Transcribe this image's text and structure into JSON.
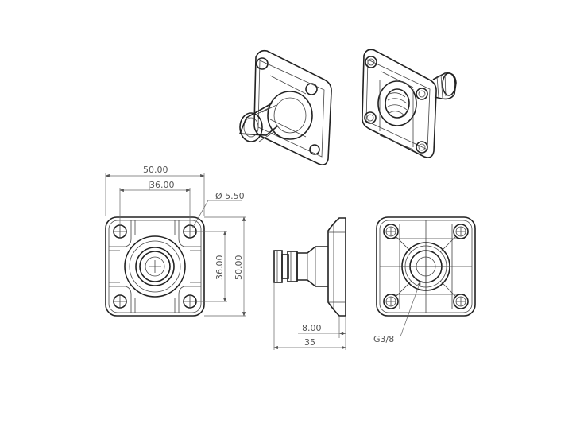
{
  "drawing": {
    "title": "Square flange hose connector technical drawing",
    "views": [
      "isometric-front",
      "isometric-back",
      "front",
      "side",
      "rear"
    ],
    "front_view": {
      "overall_width": "50.00",
      "hole_spacing_horizontal": "36.00",
      "hole_diameter": "Ø 5.50",
      "hole_spacing_vertical": "36.00",
      "overall_height": "50.00"
    },
    "side_view": {
      "flange_thickness": "8.00",
      "overall_length": "35"
    },
    "rear_view": {
      "thread_label": "G3/8"
    }
  },
  "colors": {
    "line": "#222222",
    "dimension_text": "#555555",
    "background": "#ffffff"
  }
}
